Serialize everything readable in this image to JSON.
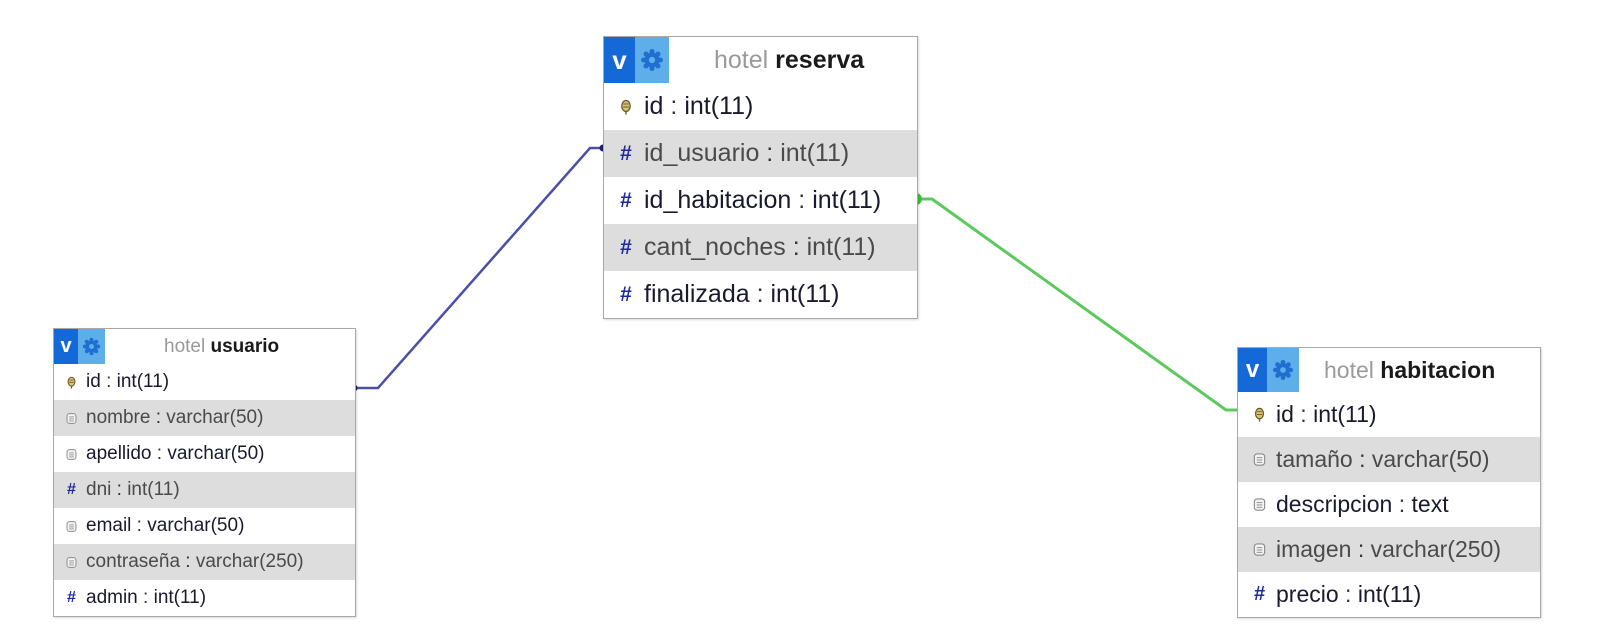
{
  "links": [
    {
      "from": "usuario",
      "to": "reserva",
      "color": "#4b4fa8"
    },
    {
      "from": "reserva",
      "to": "habitacion",
      "color": "#5cc95c"
    }
  ],
  "tables": [
    {
      "key": "reserva",
      "db": "hotel",
      "name": "reserva",
      "v_label": "v",
      "columns": [
        {
          "icon": "key-icon",
          "name": "id",
          "type": "int(11)"
        },
        {
          "icon": "hash-icon",
          "name": "id_usuario",
          "type": "int(11)"
        },
        {
          "icon": "hash-icon",
          "name": "id_habitacion",
          "type": "int(11)"
        },
        {
          "icon": "hash-icon",
          "name": "cant_noches",
          "type": "int(11)"
        },
        {
          "icon": "hash-icon",
          "name": "finalizada",
          "type": "int(11)"
        }
      ]
    },
    {
      "key": "usuario",
      "db": "hotel",
      "name": "usuario",
      "v_label": "v",
      "columns": [
        {
          "icon": "key-icon",
          "name": "id",
          "type": "int(11)"
        },
        {
          "icon": "text-field-icon",
          "name": "nombre",
          "type": "varchar(50)"
        },
        {
          "icon": "text-field-icon",
          "name": "apellido",
          "type": "varchar(50)"
        },
        {
          "icon": "hash-icon",
          "name": "dni",
          "type": "int(11)"
        },
        {
          "icon": "text-field-icon",
          "name": "email",
          "type": "varchar(50)"
        },
        {
          "icon": "text-field-icon",
          "name": "contraseña",
          "type": "varchar(250)"
        },
        {
          "icon": "hash-icon",
          "name": "admin",
          "type": "int(11)"
        }
      ]
    },
    {
      "key": "habitacion",
      "db": "hotel",
      "name": "habitacion",
      "v_label": "v",
      "columns": [
        {
          "icon": "key-icon",
          "name": "id",
          "type": "int(11)"
        },
        {
          "icon": "text-field-icon",
          "name": "tamaño",
          "type": "varchar(50)"
        },
        {
          "icon": "text-field-icon",
          "name": "descripcion",
          "type": "text"
        },
        {
          "icon": "text-field-icon",
          "name": "imagen",
          "type": "varchar(250)"
        },
        {
          "icon": "hash-icon",
          "name": "precio",
          "type": "int(11)"
        }
      ]
    }
  ]
}
